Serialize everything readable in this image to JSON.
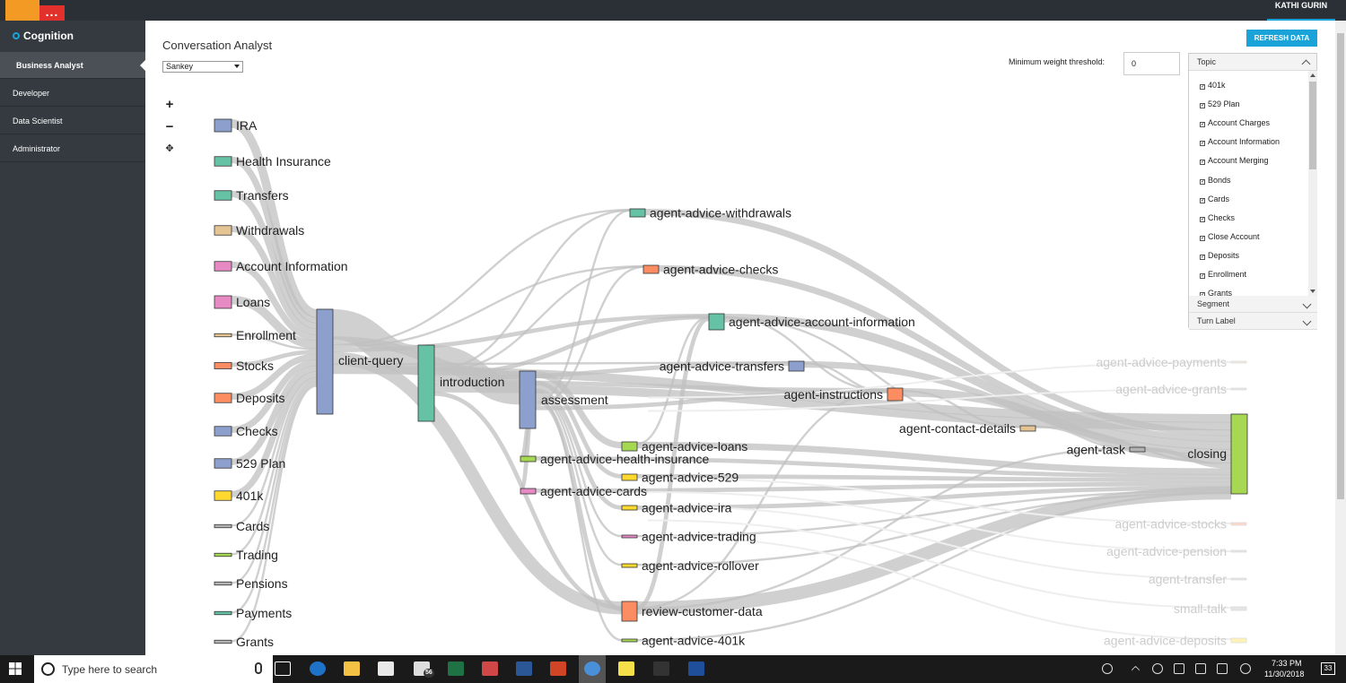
{
  "app": {
    "brand": "Cognition",
    "user": "KATHI GURIN",
    "logo_badge": "..."
  },
  "sidebar": {
    "items": [
      {
        "label": "Business Analyst",
        "active": true
      },
      {
        "label": "Developer"
      },
      {
        "label": "Data Scientist"
      },
      {
        "label": "Administrator"
      }
    ]
  },
  "main": {
    "title": "Conversation Analyst",
    "view_select": "Sankey",
    "refresh_label": "REFRESH DATA",
    "threshold_label": "Minimum weight threshold:",
    "threshold_value": "0"
  },
  "filters": {
    "topic_header": "Topic",
    "segment_header": "Segment",
    "turn_label_header": "Turn Label",
    "topics": [
      "401k",
      "529 Plan",
      "Account Charges",
      "Account Information",
      "Account Merging",
      "Bonds",
      "Cards",
      "Checks",
      "Close Account",
      "Deposits",
      "Enrollment",
      "Grants"
    ]
  },
  "zoom": {
    "in": "+",
    "out": "−",
    "reset": "✥"
  },
  "sankey": {
    "colors": {
      "blue": "#8d9fcd",
      "teal": "#66c2a5",
      "tan": "#e5c494",
      "pink": "#e78ac3",
      "orange": "#fc8d62",
      "gray": "#b3b3b3",
      "green": "#a6d854",
      "yellow": "#ffd92f",
      "link": "#c0c0c0"
    },
    "nodes": [
      {
        "id": "ira",
        "label": "IRA",
        "color": "blue",
        "weight": 4
      },
      {
        "id": "health",
        "label": "Health Insurance",
        "color": "teal",
        "weight": 3
      },
      {
        "id": "transfers",
        "label": "Transfers",
        "color": "teal",
        "weight": 3
      },
      {
        "id": "withdrawals",
        "label": "Withdrawals",
        "color": "tan",
        "weight": 3
      },
      {
        "id": "acctinfo",
        "label": "Account Information",
        "color": "pink",
        "weight": 3
      },
      {
        "id": "loans",
        "label": "Loans",
        "color": "pink",
        "weight": 4
      },
      {
        "id": "enroll",
        "label": "Enrollment",
        "color": "tan",
        "weight": 1
      },
      {
        "id": "stocks",
        "label": "Stocks",
        "color": "orange",
        "weight": 2
      },
      {
        "id": "deposits",
        "label": "Deposits",
        "color": "orange",
        "weight": 3
      },
      {
        "id": "checks",
        "label": "Checks",
        "color": "blue",
        "weight": 3
      },
      {
        "id": "p529",
        "label": "529 Plan",
        "color": "blue",
        "weight": 3
      },
      {
        "id": "k401",
        "label": "401k",
        "color": "yellow",
        "weight": 3
      },
      {
        "id": "cards",
        "label": "Cards",
        "color": "gray",
        "weight": 1
      },
      {
        "id": "trading",
        "label": "Trading",
        "color": "green",
        "weight": 1
      },
      {
        "id": "pensions",
        "label": "Pensions",
        "color": "gray",
        "weight": 1
      },
      {
        "id": "payments",
        "label": "Payments",
        "color": "teal",
        "weight": 1
      },
      {
        "id": "grants",
        "label": "Grants",
        "color": "gray",
        "weight": 1
      },
      {
        "id": "cq",
        "label": "client-query",
        "color": "blue",
        "weight": 36
      },
      {
        "id": "intro",
        "label": "introduction",
        "color": "teal",
        "weight": 26
      },
      {
        "id": "assess",
        "label": "assessment",
        "color": "blue",
        "weight": 20
      },
      {
        "id": "aaw",
        "label": "agent-advice-withdrawals",
        "color": "teal",
        "weight": 3
      },
      {
        "id": "aac",
        "label": "agent-advice-checks",
        "color": "orange",
        "weight": 3
      },
      {
        "id": "aaai",
        "label": "agent-advice-account-information",
        "color": "teal",
        "weight": 6
      },
      {
        "id": "aat",
        "label": "agent-advice-transfers",
        "color": "blue",
        "weight": 4
      },
      {
        "id": "ai",
        "label": "agent-instructions",
        "color": "orange",
        "weight": 5
      },
      {
        "id": "acd",
        "label": "agent-contact-details",
        "color": "tan",
        "weight": 2
      },
      {
        "id": "at",
        "label": "agent-task",
        "color": "gray",
        "weight": 2
      },
      {
        "id": "aal",
        "label": "agent-advice-loans",
        "color": "green",
        "weight": 4
      },
      {
        "id": "aahi",
        "label": "agent-advice-health-insurance",
        "color": "green",
        "weight": 2
      },
      {
        "id": "aa529",
        "label": "agent-advice-529",
        "color": "yellow",
        "weight": 2
      },
      {
        "id": "aacards",
        "label": "agent-advice-cards",
        "color": "pink",
        "weight": 2
      },
      {
        "id": "aaira",
        "label": "agent-advice-ira",
        "color": "yellow",
        "weight": 2
      },
      {
        "id": "aatr",
        "label": "agent-advice-trading",
        "color": "pink",
        "weight": 1
      },
      {
        "id": "aaro",
        "label": "agent-advice-rollover",
        "color": "yellow",
        "weight": 1
      },
      {
        "id": "rcd",
        "label": "review-customer-data",
        "color": "orange",
        "weight": 10
      },
      {
        "id": "aa401",
        "label": "agent-advice-401k",
        "color": "green",
        "weight": 1
      },
      {
        "id": "closing",
        "label": "closing",
        "color": "green",
        "weight": 32
      },
      {
        "id": "aap",
        "label": "agent-advice-payments",
        "color": "tan",
        "weight": 1,
        "faded": true
      },
      {
        "id": "aag",
        "label": "agent-advice-grants",
        "color": "gray",
        "weight": 1,
        "faded": true
      },
      {
        "id": "aas",
        "label": "agent-advice-stocks",
        "color": "orange",
        "weight": 1,
        "faded": true
      },
      {
        "id": "aape",
        "label": "agent-advice-pension",
        "color": "gray",
        "weight": 1,
        "faded": true
      },
      {
        "id": "atr",
        "label": "agent-transfer",
        "color": "gray",
        "weight": 1,
        "faded": true
      },
      {
        "id": "st",
        "label": "small-talk",
        "color": "gray",
        "weight": 1,
        "faded": true
      },
      {
        "id": "aad",
        "label": "agent-advice-deposits",
        "color": "yellow",
        "weight": 1,
        "faded": true
      }
    ],
    "links": [
      [
        "ira",
        "cq",
        4
      ],
      [
        "health",
        "cq",
        3
      ],
      [
        "transfers",
        "cq",
        3
      ],
      [
        "withdrawals",
        "cq",
        3
      ],
      [
        "acctinfo",
        "cq",
        3
      ],
      [
        "loans",
        "cq",
        4
      ],
      [
        "enroll",
        "cq",
        1
      ],
      [
        "stocks",
        "cq",
        2
      ],
      [
        "deposits",
        "cq",
        3
      ],
      [
        "checks",
        "cq",
        3
      ],
      [
        "p529",
        "cq",
        3
      ],
      [
        "k401",
        "cq",
        3
      ],
      [
        "cards",
        "cq",
        1
      ],
      [
        "trading",
        "cq",
        1
      ],
      [
        "pensions",
        "cq",
        1
      ],
      [
        "payments",
        "cq",
        1
      ],
      [
        "grants",
        "cq",
        1
      ],
      [
        "cq",
        "intro",
        14
      ],
      [
        "cq",
        "assess",
        4
      ],
      [
        "cq",
        "aaw",
        1
      ],
      [
        "cq",
        "aac",
        1
      ],
      [
        "cq",
        "aaai",
        2
      ],
      [
        "cq",
        "rcd",
        6
      ],
      [
        "cq",
        "aat",
        1
      ],
      [
        "cq",
        "closing",
        4
      ],
      [
        "intro",
        "assess",
        12
      ],
      [
        "intro",
        "aaw",
        1
      ],
      [
        "intro",
        "aac",
        1
      ],
      [
        "intro",
        "aaai",
        2
      ],
      [
        "intro",
        "aat",
        2
      ],
      [
        "intro",
        "ai",
        2
      ],
      [
        "intro",
        "closing",
        4
      ],
      [
        "intro",
        "rcd",
        2
      ],
      [
        "assess",
        "aal",
        3
      ],
      [
        "assess",
        "aahi",
        2
      ],
      [
        "assess",
        "aa529",
        2
      ],
      [
        "assess",
        "aacards",
        2
      ],
      [
        "assess",
        "aaira",
        2
      ],
      [
        "assess",
        "aatr",
        1
      ],
      [
        "assess",
        "aaro",
        1
      ],
      [
        "assess",
        "aa401",
        1
      ],
      [
        "assess",
        "rcd",
        2
      ],
      [
        "assess",
        "aaw",
        1
      ],
      [
        "assess",
        "aac",
        1
      ],
      [
        "assess",
        "ai",
        2
      ],
      [
        "aaw",
        "closing",
        3
      ],
      [
        "aac",
        "closing",
        3
      ],
      [
        "aaai",
        "closing",
        4
      ],
      [
        "aaai",
        "ai",
        1
      ],
      [
        "aaai",
        "acd",
        1
      ],
      [
        "aat",
        "closing",
        3
      ],
      [
        "aat",
        "ai",
        1
      ],
      [
        "ai",
        "closing",
        4
      ],
      [
        "ai",
        "acd",
        1
      ],
      [
        "acd",
        "at",
        1
      ],
      [
        "acd",
        "closing",
        1
      ],
      [
        "at",
        "closing",
        2
      ],
      [
        "aal",
        "closing",
        3
      ],
      [
        "aal",
        "aaai",
        1
      ],
      [
        "aahi",
        "closing",
        2
      ],
      [
        "aa529",
        "closing",
        2
      ],
      [
        "aacards",
        "closing",
        2
      ],
      [
        "aaira",
        "closing",
        2
      ],
      [
        "aatr",
        "closing",
        1
      ],
      [
        "aaro",
        "closing",
        1
      ],
      [
        "aa401",
        "closing",
        1
      ],
      [
        "rcd",
        "closing",
        6
      ],
      [
        "rcd",
        "aaai",
        2
      ],
      [
        "rcd",
        "ai",
        1
      ],
      [
        "rcd",
        "at",
        1
      ]
    ]
  },
  "taskbar": {
    "search_placeholder": "Type here to search",
    "time": "7:33 PM",
    "date": "11/30/2018",
    "notifications": "33",
    "mail_badge": "56",
    "apps": [
      "task-view",
      "edge",
      "file-explorer",
      "store",
      "mail",
      "excel",
      "snipping",
      "word",
      "powerpoint",
      "chrome",
      "sticky-notes",
      "slack",
      "powershell"
    ]
  }
}
